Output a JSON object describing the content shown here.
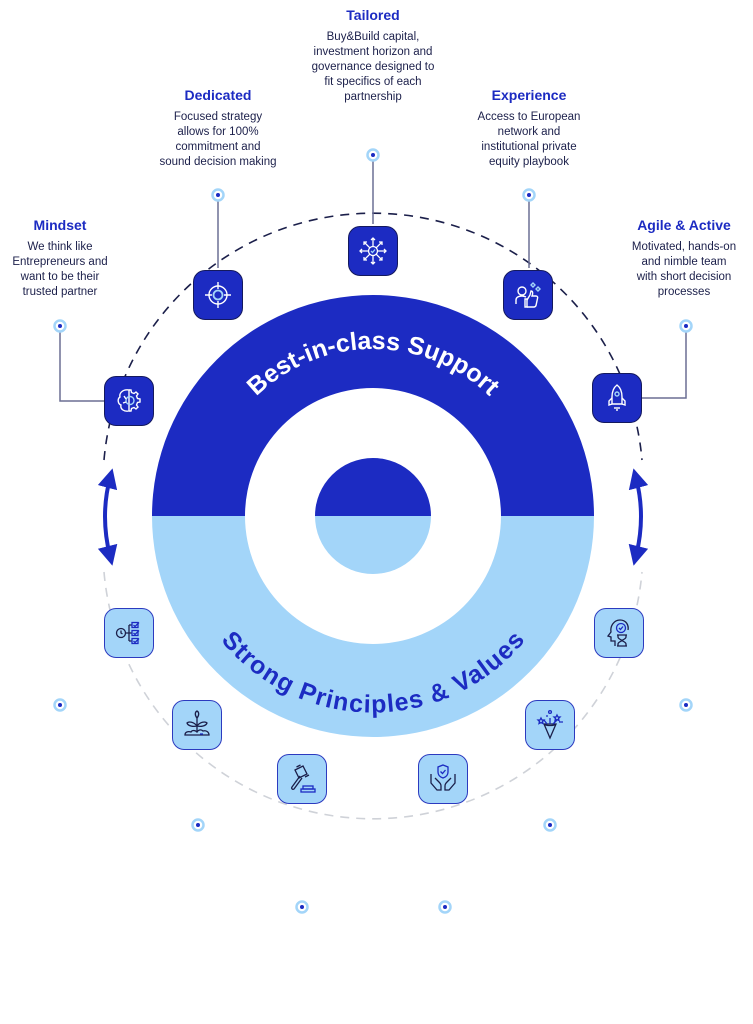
{
  "diagram": {
    "colors": {
      "primary": "#1c2bc2",
      "secondary": "#a3d5f9",
      "text": "#1b1f4a",
      "connector": "#6b6f94",
      "dash_dark": "#1b1f4a",
      "dash_light": "#cfd2d8"
    },
    "top_arc_label": "Best-in-class Support",
    "bottom_arc_label": "Strong Principles & Values",
    "support_items": [
      {
        "id": "mindset",
        "title": "Mindset",
        "desc": [
          "We think like",
          "Entrepreneurs and",
          "want to be their",
          "trusted partner"
        ],
        "icon": "brain-gear-icon"
      },
      {
        "id": "dedicated",
        "title": "Dedicated",
        "desc": [
          "Focused strategy",
          "allows for 100%",
          "commitment and",
          "sound decision making"
        ],
        "icon": "target-icon"
      },
      {
        "id": "tailored",
        "title": "Tailored",
        "desc": [
          "Buy&Build capital,",
          "investment horizon and",
          "governance designed to",
          "fit specifics of each",
          "partnership"
        ],
        "icon": "arrows-out-check-icon"
      },
      {
        "id": "experience",
        "title": "Experience",
        "desc": [
          "Access to European",
          "network and",
          "institutional private",
          "equity playbook"
        ],
        "icon": "person-thumbs-up-icon"
      },
      {
        "id": "agile",
        "title": "Agile & Active",
        "desc": [
          "Motivated, hands-on",
          "and nimble team",
          "with short decision",
          "processes"
        ],
        "icon": "rocket-icon"
      }
    ],
    "principle_items": [
      {
        "id": "process",
        "icon": "clock-checklist-icon"
      },
      {
        "id": "growth",
        "icon": "sprout-icon"
      },
      {
        "id": "governance",
        "icon": "gavel-icon"
      },
      {
        "id": "protection",
        "icon": "hands-shield-icon"
      },
      {
        "id": "celebration",
        "icon": "party-popper-icon"
      },
      {
        "id": "mindfulness",
        "icon": "head-hourglass-icon"
      }
    ]
  }
}
